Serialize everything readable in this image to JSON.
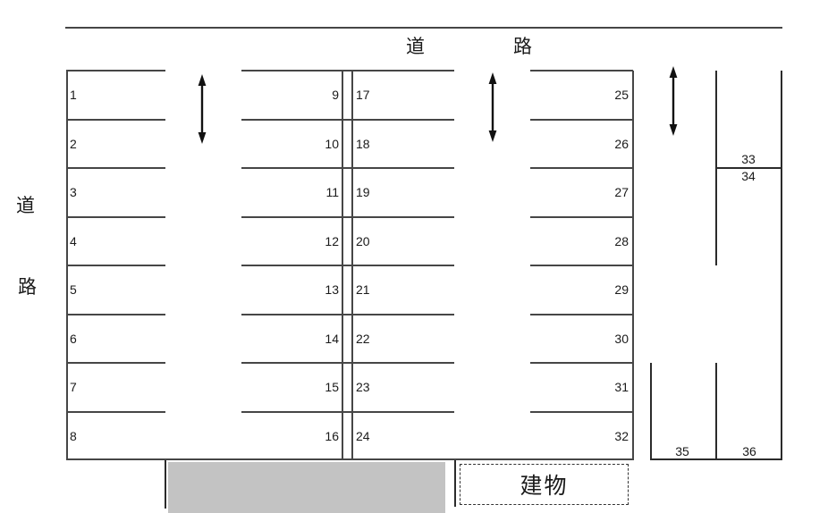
{
  "diagram_title": "parking-lot-layout",
  "road": {
    "top": [
      "道",
      "路"
    ],
    "left": [
      "道",
      "路"
    ]
  },
  "building": {
    "label": "建物"
  },
  "stalls": {
    "col_a": [
      "1",
      "2",
      "3",
      "4",
      "5",
      "6",
      "7",
      "8"
    ],
    "col_b": [
      "9",
      "10",
      "11",
      "12",
      "13",
      "14",
      "15",
      "16"
    ],
    "col_c": [
      "17",
      "18",
      "19",
      "20",
      "21",
      "22",
      "23",
      "24"
    ],
    "col_d": [
      "25",
      "26",
      "27",
      "28",
      "29",
      "30",
      "31",
      "32"
    ],
    "right_upper": [
      "33",
      "34"
    ],
    "right_lower": [
      "35",
      "36"
    ]
  },
  "icons": {
    "aisle_arrow": "double-headed-vertical-arrow"
  },
  "colors": {
    "line": "#464646",
    "thinline": "#2b2b2b",
    "text": "#1a1a1a",
    "buildingfill": "#c3c3c3",
    "bg": "#ffffff"
  }
}
